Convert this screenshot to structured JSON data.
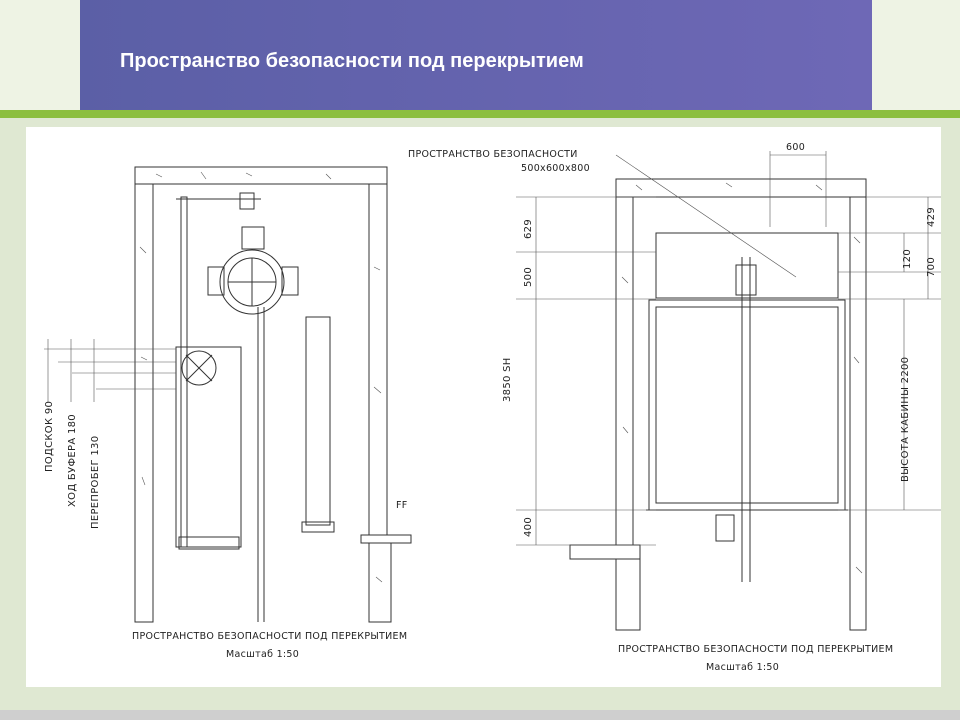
{
  "slide": {
    "title": "Пространство безопасности под перекрытием"
  },
  "left_drawing": {
    "caption": "ПРОСТРАНСТВО БЕЗОПАСНОСТИ ПОД ПЕРЕКРЫТИЕМ",
    "scale": "Масштаб 1:50",
    "dim_overtravel": "ПЕРЕПРОБЕГ 130",
    "dim_buffer_stroke": "ХОД БУФЕРА 180",
    "dim_jump": "ПОДСКОК 90",
    "partial_label": "FF"
  },
  "right_drawing": {
    "safety_label": "ПРОСТРАНСТВО БЕЗОПАСНОСТИ",
    "safety_size": "500x600x800",
    "dim_600": "600",
    "dim_429": "429",
    "dim_120": "120",
    "dim_700": "700",
    "dim_629": "629",
    "dim_500": "500",
    "dim_3850": "3850 SH",
    "dim_400": "400",
    "cabin_height": "ВЫСОТА КАБИНЫ 2200",
    "caption": "ПРОСТРАНСТВО БЕЗОПАСНОСТИ ПОД ПЕРЕКРЫТИЕМ",
    "scale": "Масштаб 1:50"
  },
  "colors": {
    "title_bar": "#6166ad",
    "accent_green": "#8cbf3f",
    "background": "#dfe8d2"
  }
}
